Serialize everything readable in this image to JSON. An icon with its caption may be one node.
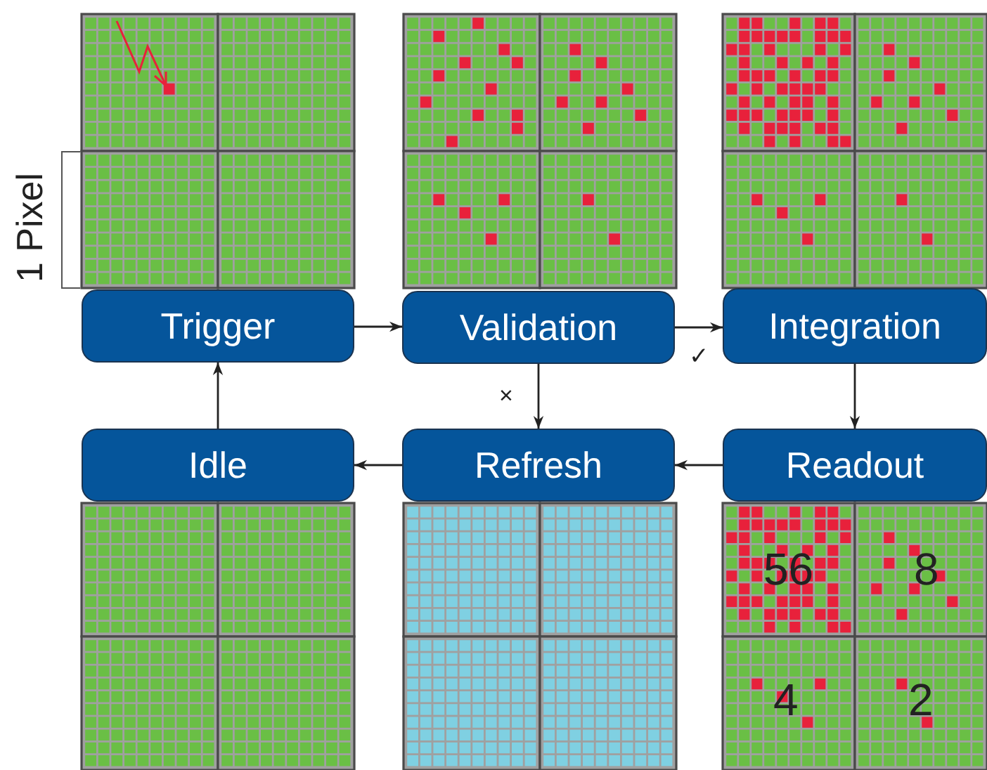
{
  "diagram": {
    "nodes": [
      {
        "text": [
          "Trigger"
        ]
      },
      {
        "text": [
          "Validation"
        ]
      },
      {
        "text": [
          "Integration"
        ]
      },
      {
        "text": [
          "Idle"
        ]
      },
      {
        "text": [
          "Refresh"
        ]
      },
      {
        "text": [
          "Readout"
        ]
      }
    ],
    "edges": [
      {
        "from": 0,
        "to": 1,
        "arrow": "to"
      },
      {
        "from": 1,
        "to": 2,
        "arrow": "to",
        "label": "✓"
      },
      {
        "from": 1,
        "to": 4,
        "arrow": "to",
        "label": "×"
      },
      {
        "from": 2,
        "to": 5,
        "arrow": "to"
      },
      {
        "from": 5,
        "to": 4,
        "arrow": "to"
      },
      {
        "from": 4,
        "to": 3,
        "arrow": "to"
      },
      {
        "from": 3,
        "to": 0,
        "arrow": "to"
      }
    ],
    "labels": [
      "1 Pixel",
      "56",
      "8",
      "4",
      "2"
    ]
  }
}
